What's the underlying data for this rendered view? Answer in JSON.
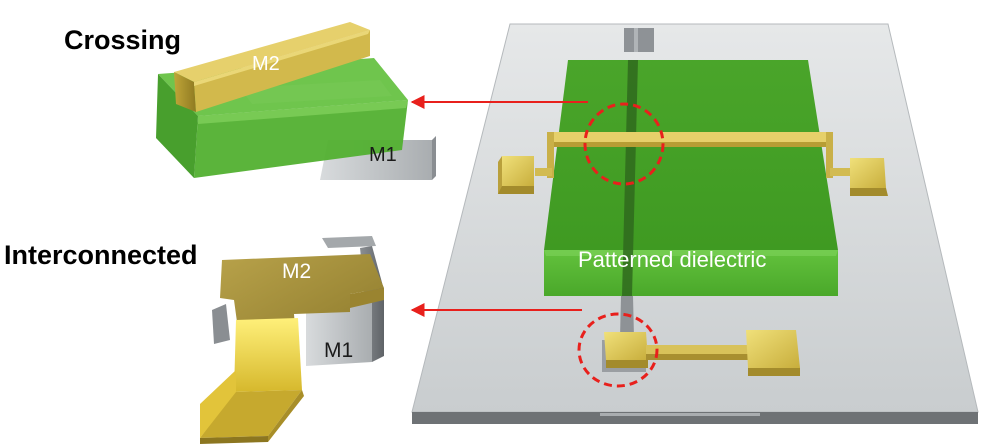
{
  "labels": {
    "crossing_title": "Crossing",
    "interconnected_title": "Interconnected",
    "crossing_m2": "M2",
    "crossing_m1": "M1",
    "inter_m2": "M2",
    "inter_m1": "M1",
    "dielectric": "Patterned dielectric"
  },
  "colors": {
    "gold": "#d8c45a",
    "green": "#4cae2c",
    "silver": "#b8bcbf",
    "arrow_red": "#e8201c",
    "glass": "#d9dcde"
  }
}
